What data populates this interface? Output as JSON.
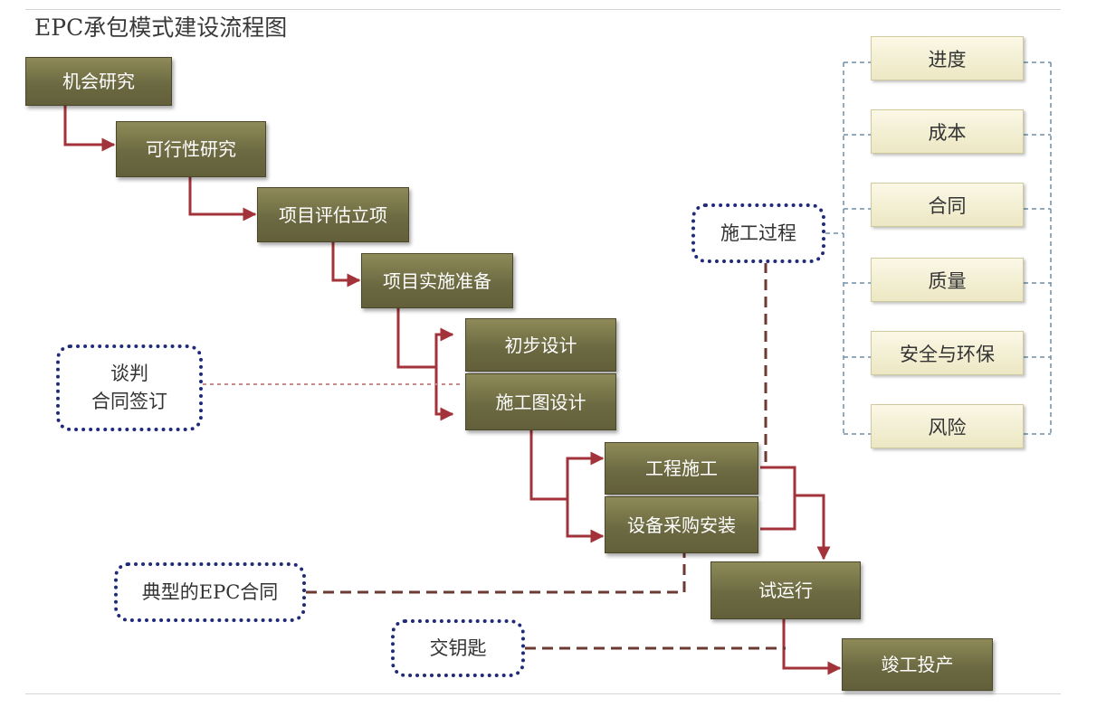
{
  "title": "EPC承包模式建设流程图",
  "steps": [
    {
      "id": "s1",
      "label": "机会研究"
    },
    {
      "id": "s2",
      "label": "可行性研究"
    },
    {
      "id": "s3",
      "label": "项目评估立项"
    },
    {
      "id": "s4",
      "label": "项目实施准备"
    },
    {
      "id": "s5",
      "label": "初步设计"
    },
    {
      "id": "s6",
      "label": "施工图设计"
    },
    {
      "id": "s7",
      "label": "工程施工"
    },
    {
      "id": "s8",
      "label": "设备采购安装"
    },
    {
      "id": "s9",
      "label": "试运行"
    },
    {
      "id": "s10",
      "label": "竣工投产"
    }
  ],
  "control_items": [
    "进度",
    "成本",
    "合同",
    "质量",
    "安全与环保",
    "风险"
  ],
  "notes": {
    "construction": "施工过程",
    "negotiation_line1": "谈判",
    "negotiation_line2": "合同签订",
    "typical_contract": "典型的EPC合同",
    "handover": "交钥匙"
  },
  "colors": {
    "step_fill": "#6f6c44",
    "step_text": "#ffffff",
    "arrow": "#a3333a",
    "dashed_link": "#6b3a32",
    "control_fill": "#f4f0d4",
    "control_border_dash": "#6f8fa8",
    "note_border": "#1f2a78"
  }
}
